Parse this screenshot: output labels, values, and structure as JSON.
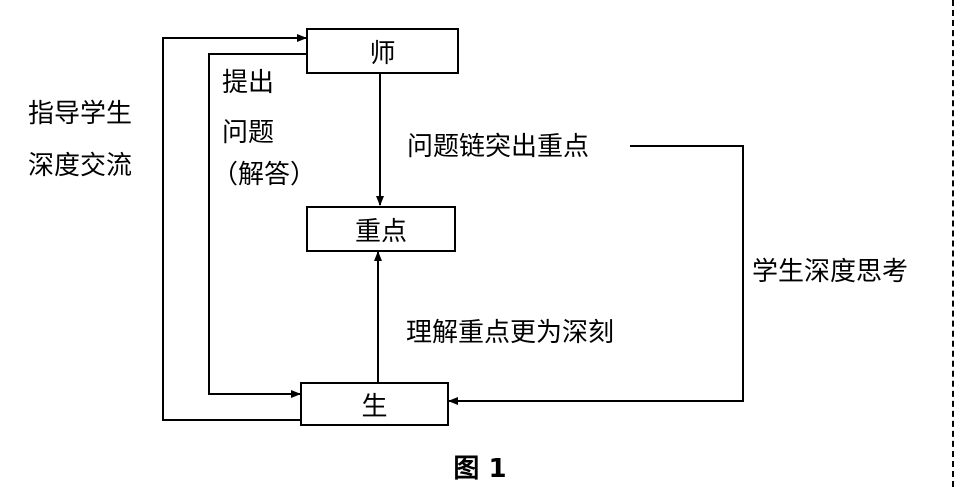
{
  "nodes": {
    "teacher": "师",
    "focus": "重点",
    "student": "生"
  },
  "labels": {
    "guide_line1": "指导学生",
    "guide_line2": "深度交流",
    "ask_line1": "提出",
    "ask_line2": "问题",
    "ask_line3": "（解答）",
    "chain": "问题链突出重点",
    "deeper": "理解重点更为深刻",
    "thinking": "学生深度思考"
  },
  "caption": "图 1"
}
